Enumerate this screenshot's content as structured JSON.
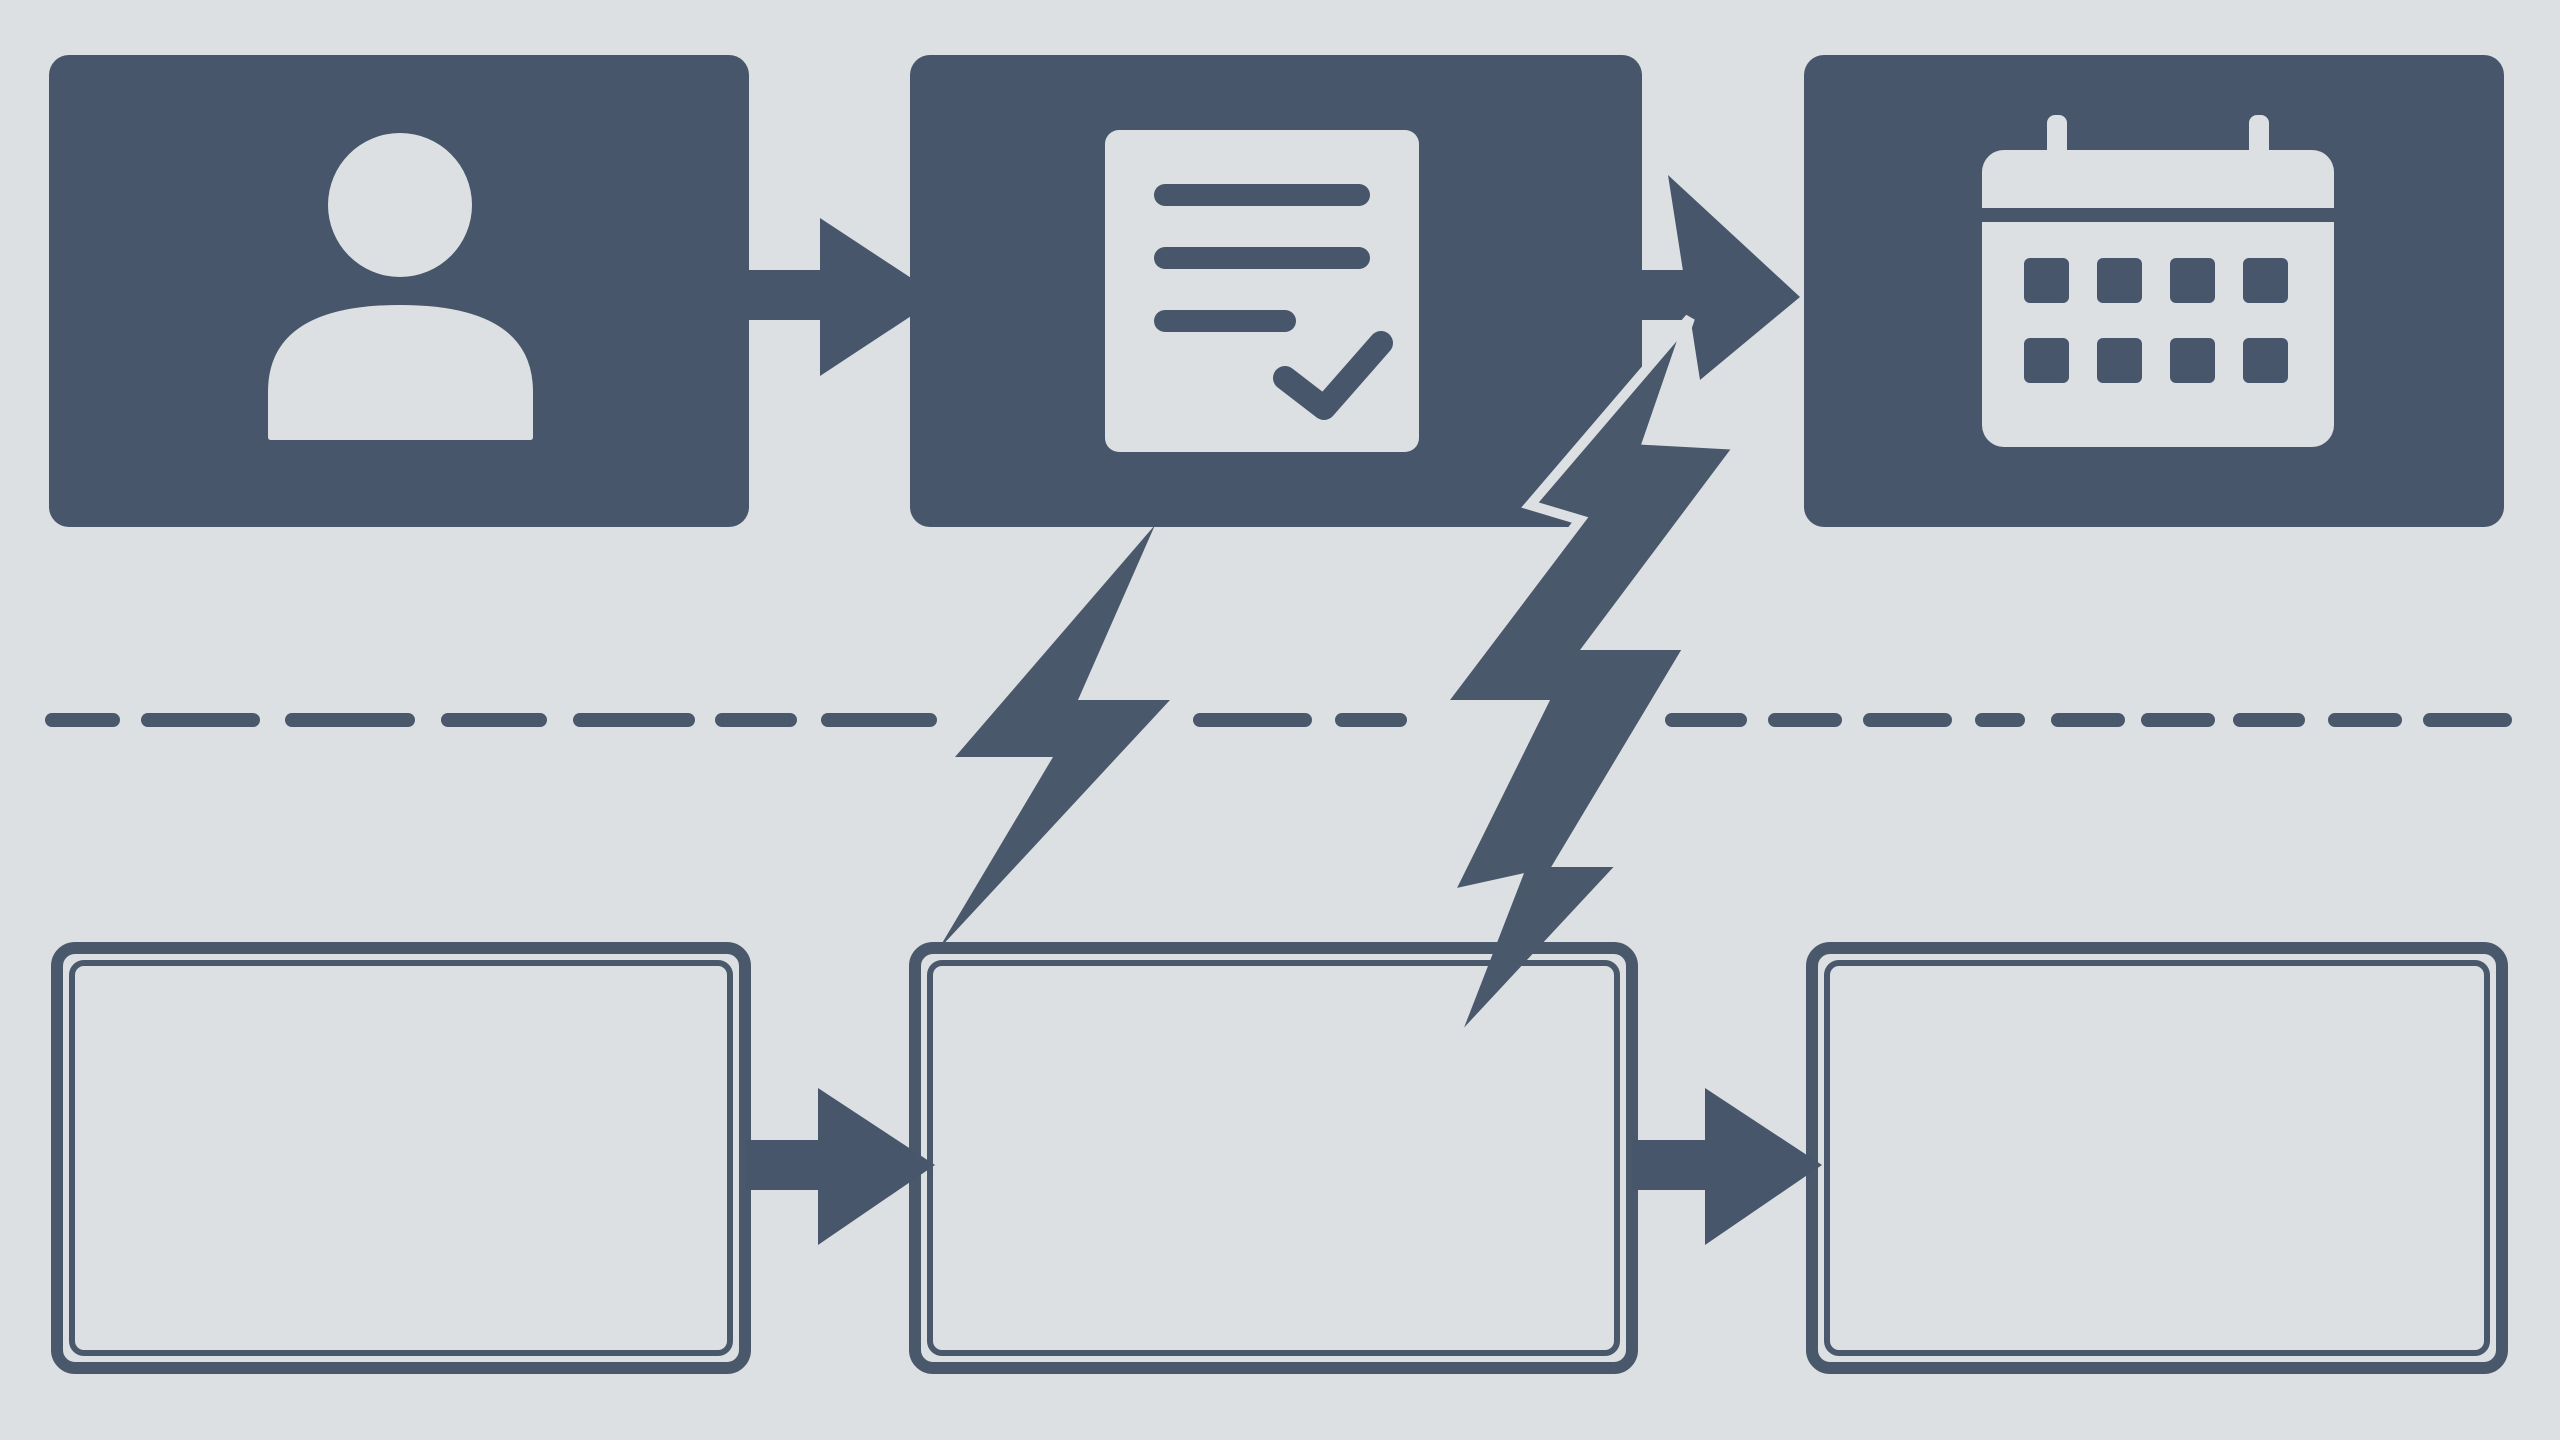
{
  "diagram": {
    "top_row": [
      {
        "id": "user",
        "icon": "user-icon"
      },
      {
        "id": "document",
        "icon": "document-check-icon"
      },
      {
        "id": "calendar",
        "icon": "calendar-icon"
      }
    ],
    "bottom_row": [
      {
        "id": "empty-1"
      },
      {
        "id": "empty-2"
      },
      {
        "id": "empty-3"
      }
    ],
    "connectors": [
      "arrow-icon",
      "arrow-icon",
      "arrow-icon",
      "arrow-icon"
    ],
    "breaks": [
      "lightning-bolt-icon",
      "lightning-bolt-icon"
    ],
    "divider": "dashed-divider"
  },
  "colors": {
    "background": "#dde0e3",
    "box_fill": "#47566a",
    "stroke": "#4a586b",
    "icon_fill": "#dde0e3"
  }
}
